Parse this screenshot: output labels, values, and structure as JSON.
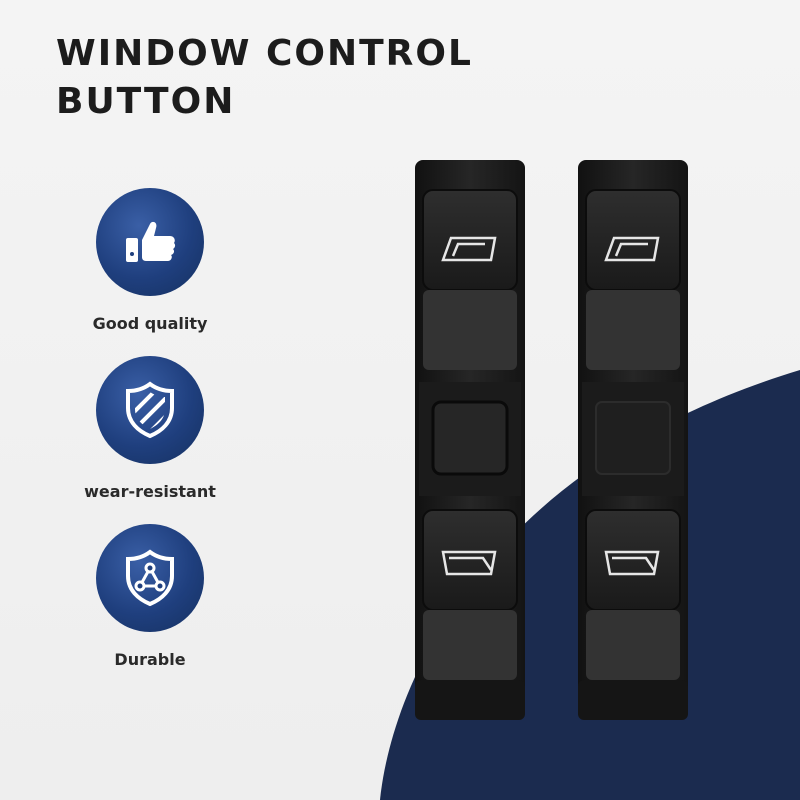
{
  "title": "WINDOW CONTROL BUTTON",
  "features": [
    {
      "label": "Good quality",
      "icon": "thumbs-up-icon"
    },
    {
      "label": "wear-resistant",
      "icon": "striped-shield-icon"
    },
    {
      "label": "Durable",
      "icon": "triangle-shield-icon"
    }
  ],
  "colors": {
    "navy": "#1b2b4f",
    "badge": "#1f3f7e",
    "switch_body": "#1e1e1e",
    "title_text": "#1c1c1c"
  }
}
